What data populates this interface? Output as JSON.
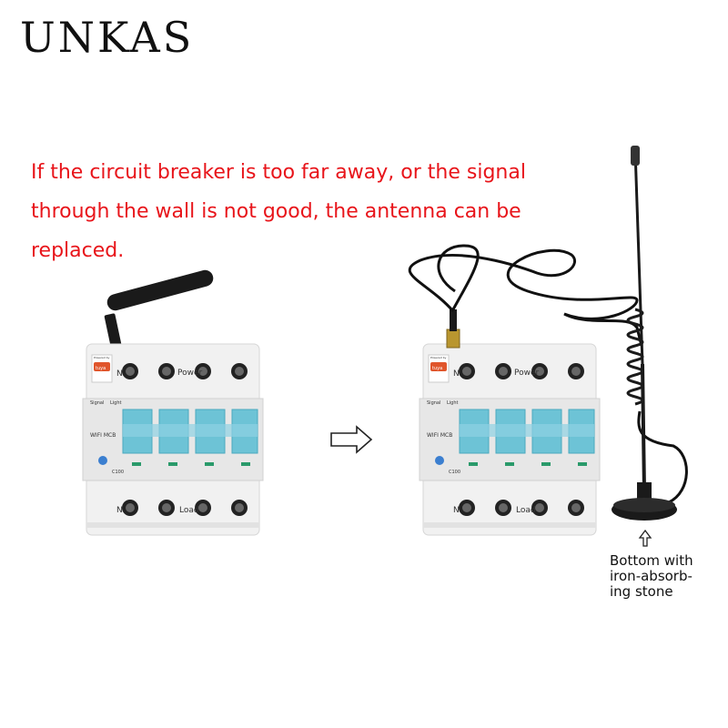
{
  "brand": {
    "name": "UNKAS"
  },
  "notice": {
    "line1": "If the circuit breaker is too far away, or the signal",
    "line2": "through the wall is not good, the antenna can be",
    "line3": "replaced."
  },
  "caption": {
    "line1": "Bottom with",
    "line2": "iron-absorb-",
    "line3": "ing stone"
  },
  "breaker": {
    "top_label_n": "N",
    "top_label_power": "Power",
    "bottom_label_n": "N",
    "bottom_label_load": "Load",
    "model": "WIFI MCB",
    "rating": "C100",
    "signal": "Signal",
    "light": "Light",
    "tuya": "tuya",
    "powered_by": "Powered by"
  },
  "colors": {
    "notice_text": "#e8141a",
    "breaker_body": "#f1f1f1",
    "switch_blue": "#6dc3d6",
    "antenna": "#1a1a1a",
    "tuya_badge": "#e0552b"
  },
  "icons": {
    "arrow_right": "hollow-right-arrow-icon",
    "arrow_up": "hollow-up-arrow-icon"
  }
}
